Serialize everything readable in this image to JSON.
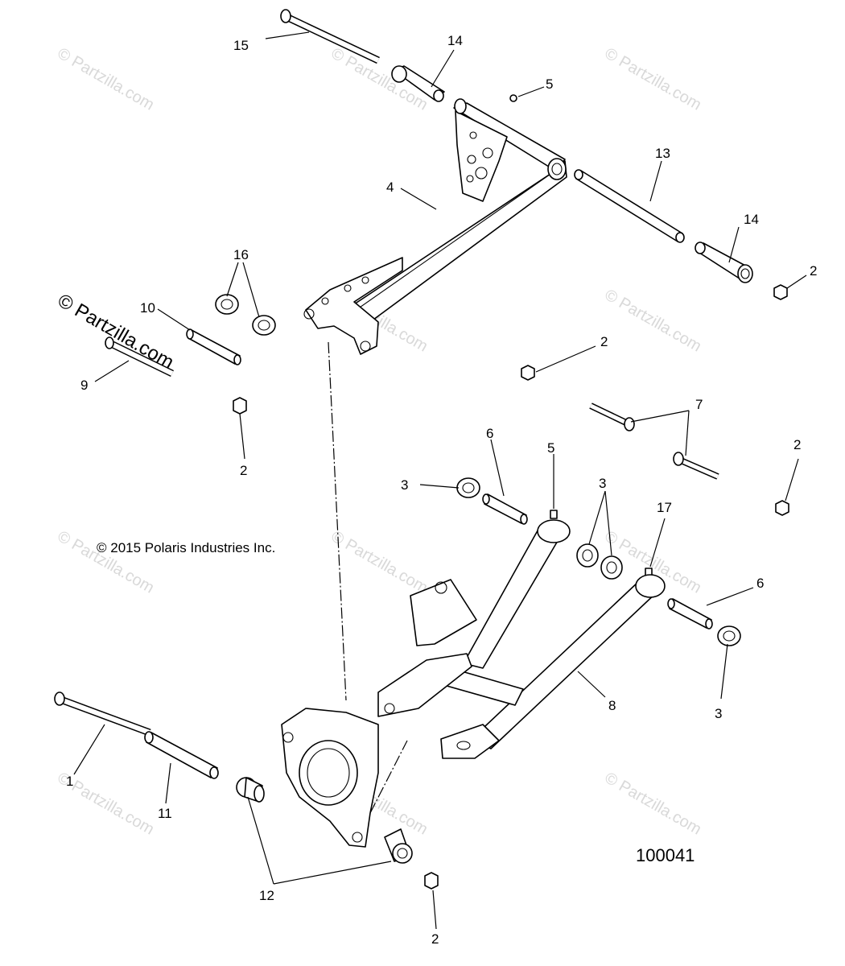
{
  "diagram": {
    "copyright": "© 2015 Polaris Industries Inc.",
    "diagram_id": "100041",
    "watermark": "© Partzilla.com",
    "callouts": {
      "c1": "1",
      "c2a": "2",
      "c2b": "2",
      "c2c": "2",
      "c2d": "2",
      "c2e": "2",
      "c3a": "3",
      "c3b": "3",
      "c3c": "3",
      "c4": "4",
      "c5a": "5",
      "c5b": "5",
      "c6a": "6",
      "c6b": "6",
      "c7": "7",
      "c8": "8",
      "c9": "9",
      "c10": "10",
      "c11": "11",
      "c12": "12",
      "c13": "13",
      "c14a": "14",
      "c14b": "14",
      "c15": "15",
      "c16": "16",
      "c17": "17"
    }
  },
  "colors": {
    "line": "#000000",
    "watermark": "#d9d9d9",
    "background": "#ffffff"
  }
}
